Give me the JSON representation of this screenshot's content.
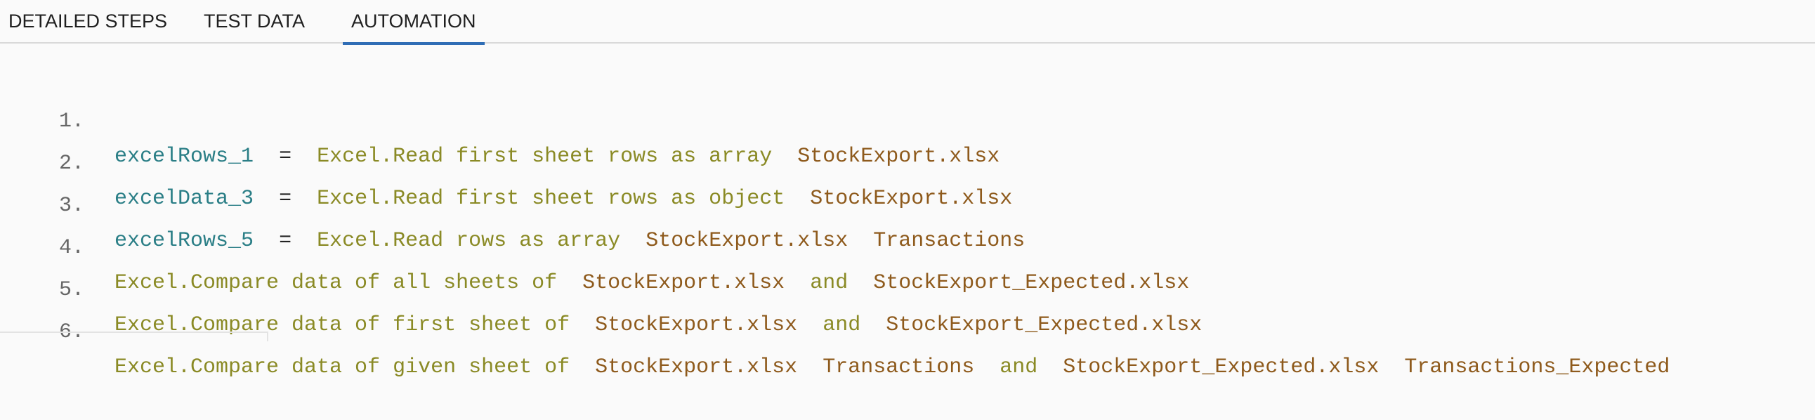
{
  "tabs": [
    {
      "label": "DETAILED STEPS",
      "active": false
    },
    {
      "label": "TEST DATA",
      "active": false
    },
    {
      "label": "AUTOMATION",
      "active": true
    }
  ],
  "colors": {
    "tab_active_underline": "#2f6db5",
    "variable": "#2a7e86",
    "command": "#8a8a25",
    "argument": "#8e5a1c"
  },
  "steps": [
    {
      "number": "1.",
      "variable": "excelRows_1",
      "operator": "=",
      "command": "Excel.Read first sheet rows as array",
      "args": [
        "StockExport.xlsx"
      ]
    },
    {
      "number": "2.",
      "variable": "excelData_3",
      "operator": "=",
      "command": "Excel.Read first sheet rows as object",
      "args": [
        "StockExport.xlsx"
      ]
    },
    {
      "number": "3.",
      "variable": "excelRows_5",
      "operator": "=",
      "command": "Excel.Read rows as array",
      "args": [
        "StockExport.xlsx",
        "Transactions"
      ]
    },
    {
      "number": "4.",
      "command": "Excel.Compare data of all sheets of",
      "args": [
        "StockExport.xlsx"
      ],
      "conjunction": "and",
      "args2": [
        "StockExport_Expected.xlsx"
      ]
    },
    {
      "number": "5.",
      "command": "Excel.Compare data of first sheet of",
      "args": [
        "StockExport.xlsx"
      ],
      "conjunction": "and",
      "args2": [
        "StockExport_Expected.xlsx"
      ]
    },
    {
      "number": "6.",
      "command": "Excel.Compare data of given sheet of",
      "args": [
        "StockExport.xlsx",
        "Transactions"
      ],
      "conjunction": "and",
      "args2": [
        "StockExport_Expected.xlsx",
        "Transactions_Expected"
      ]
    }
  ]
}
